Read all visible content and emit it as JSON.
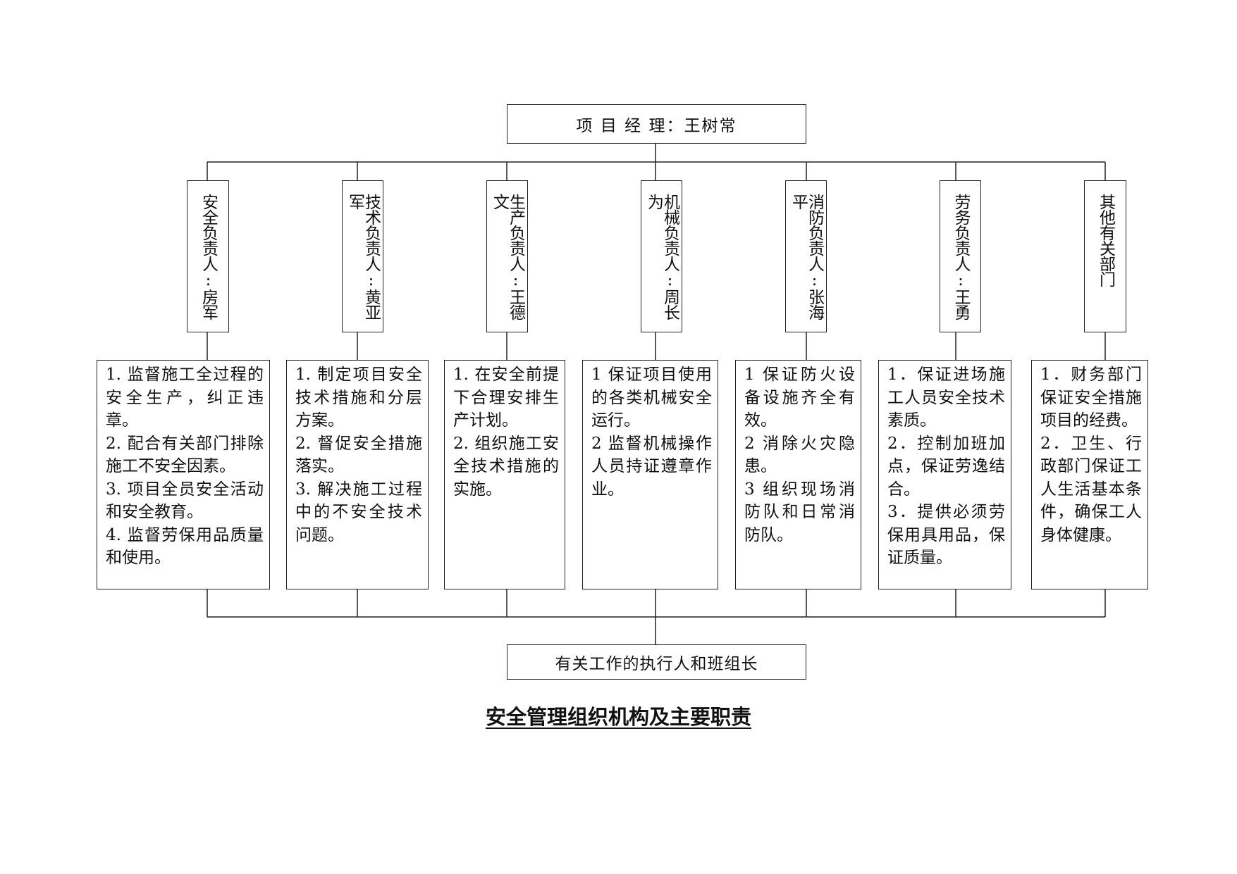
{
  "top": {
    "label": "项 目 经 理：王树常"
  },
  "roles": [
    {
      "label": "安全负责人:房军"
    },
    {
      "label": "技术负责人:黄亚军"
    },
    {
      "label": "生产负责人:王德文"
    },
    {
      "label": "机械负责人:周长为"
    },
    {
      "label": "消防负责人:张海平"
    },
    {
      "label": "劳务负责人:王勇"
    },
    {
      "label": "其他有关部门"
    }
  ],
  "responsibilities": [
    {
      "lines": [
        "1. 监督施工全过程的安全生产，纠正违章。",
        "2. 配合有关部门排除施工不安全因素。",
        "3. 项目全员安全活动和安全教育。",
        "4. 监督劳保用品质量和使用。"
      ]
    },
    {
      "lines": [
        "1. 制定项目安全技术措施和分层方案。",
        "2. 督促安全措施落实。",
        "3. 解决施工过程中的不安全技术问题。"
      ]
    },
    {
      "lines": [
        "1. 在安全前提下合理安排生产计划。",
        "2. 组织施工安全技术措施的实施。"
      ]
    },
    {
      "lines": [
        "1 保证项目使用的各类机械安全运行。",
        "2 监督机械操作人员持证遵章作业。"
      ]
    },
    {
      "lines": [
        "1 保证防火设备设施齐全有效。",
        "2 消除火灾隐患。",
        "3 组织现场消防队和日常消防队。"
      ]
    },
    {
      "lines": [
        "1．保证进场施工人员安全技术素质。",
        "2．控制加班加点，保证劳逸结合。",
        "3．提供必须劳保用具用品，保证质量。"
      ]
    },
    {
      "lines": [
        "1．财务部门保证安全措施项目的经费。",
        "2．卫生、行政部门保证工人生活基本条件，确保工人身体健康。"
      ]
    }
  ],
  "bottom": {
    "label": "有关工作的执行人和班组长"
  },
  "caption": "安全管理组织机构及主要职责"
}
